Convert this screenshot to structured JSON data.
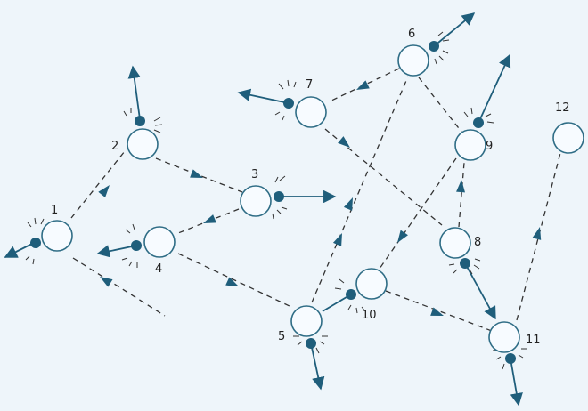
{
  "colors": {
    "background": "#eef5fa",
    "particle_fill": "#f7fbff",
    "particle_stroke": "#2f6d86",
    "dot": "#1f5e7b",
    "arrow": "#1f5e7b",
    "dashed": "#333333"
  },
  "particles": [
    {
      "id": "1",
      "label": "1"
    },
    {
      "id": "2",
      "label": "2"
    },
    {
      "id": "3",
      "label": "3"
    },
    {
      "id": "4",
      "label": "4"
    },
    {
      "id": "5",
      "label": "5"
    },
    {
      "id": "6",
      "label": "6"
    },
    {
      "id": "7",
      "label": "7"
    },
    {
      "id": "8",
      "label": "8"
    },
    {
      "id": "9",
      "label": "9"
    },
    {
      "id": "10",
      "label": "10"
    },
    {
      "id": "11",
      "label": "11"
    },
    {
      "id": "12",
      "label": "12"
    }
  ]
}
